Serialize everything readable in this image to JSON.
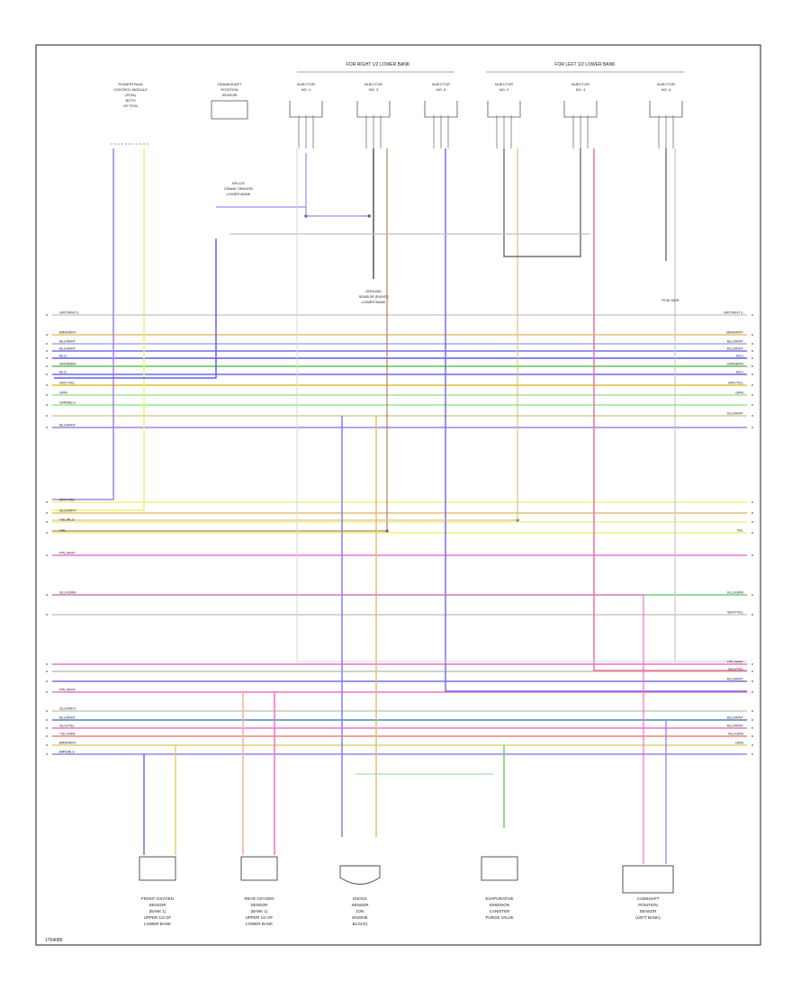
{
  "diagram": {
    "footer_id": "1704085",
    "header_groups": [
      {
        "id": "right",
        "label": "FOR RIGHT 1/2 LOWER BANK"
      },
      {
        "id": "left",
        "label": "FOR LEFT 1/2 LOWER BANK"
      }
    ],
    "top_components": [
      {
        "id": "pcm",
        "lines": [
          "POWERTRAIN",
          "CONTROL MODULE",
          "(PCM)",
          "BOTH",
          "OF PCM"
        ]
      },
      {
        "id": "sensor",
        "lines": [
          "CRANKSHAFT",
          "POSITION",
          "SENSOR"
        ]
      },
      {
        "id": "inj1",
        "lines": [
          "INJECTOR",
          "NO. 1"
        ]
      },
      {
        "id": "inj3",
        "lines": [
          "INJECTOR",
          "NO. 3"
        ]
      },
      {
        "id": "inj5",
        "lines": [
          "INJECTOR",
          "NO. 5"
        ]
      },
      {
        "id": "inj2",
        "lines": [
          "INJECTOR",
          "NO. 2"
        ]
      },
      {
        "id": "inj4",
        "lines": [
          "INJECTOR",
          "NO. 4"
        ]
      },
      {
        "id": "inj6",
        "lines": [
          "INJECTOR",
          "NO. 6"
        ]
      }
    ],
    "mid_labels": [
      {
        "id": "splice",
        "lines": [
          "SPLICE",
          "CRANK SENSOR",
          "LOWER BANK"
        ]
      },
      {
        "id": "ground",
        "lines": [
          "GROUND",
          "SENSOR (RIGHT)",
          "LOWER BANK"
        ]
      },
      {
        "id": "pcm_side",
        "lines": [
          "PCM SIDE"
        ]
      }
    ],
    "bottom_components": [
      {
        "id": "front_ox",
        "lines": [
          "FRONT OXYGEN",
          "SENSOR",
          "(BANK 1)",
          "UPPER 1/2 OF",
          "LOWER BANK"
        ]
      },
      {
        "id": "rear_ox",
        "lines": [
          "REAR OXYGEN",
          "SENSOR",
          "(BANK 1)",
          "UPPER 1/2 OF",
          "LOWER BANK"
        ]
      },
      {
        "id": "knock",
        "lines": [
          "KNOCK",
          "SENSOR",
          "(ON",
          "ENGINE",
          "BLOCK)"
        ]
      },
      {
        "id": "evap",
        "lines": [
          "EVAPORATIVE",
          "EMISSION",
          "CANISTER",
          "PURGE VALVE"
        ]
      },
      {
        "id": "cam",
        "lines": [
          "CAMSHAFT",
          "POSITION",
          "SENSOR",
          "(LEFT BANK)"
        ]
      }
    ],
    "buses": [
      {
        "id": "b1",
        "color": "#cccccc",
        "left": "GRY/WHT-L",
        "right": "GRY/WHT-L"
      },
      {
        "id": "b2",
        "color": "#e8c070",
        "left": "BRN/WHT",
        "right": "BRN/WHT"
      },
      {
        "id": "b3",
        "color": "#a8a8f0",
        "left": "BLU/WHT",
        "right": "BLU/WHT"
      },
      {
        "id": "b4",
        "color": "#7070f0",
        "left": "BLU/WHT",
        "right": "BLU/WHT"
      },
      {
        "id": "b5",
        "color": "#5a5af0",
        "left": "BLU",
        "right": "BLU"
      },
      {
        "id": "b6",
        "color": "#60c060",
        "left": "GRN/BRN",
        "right": "GRN/BRN"
      },
      {
        "id": "b7",
        "color": "#6a6af0",
        "left": "BLU",
        "right": "BLU"
      },
      {
        "id": "b8",
        "color": "#e0c030",
        "left": "GRY/YEL",
        "right": "GRY/YEL"
      },
      {
        "id": "b9",
        "color": "#a0e0a0",
        "left": "GRN",
        "right": "GRN"
      },
      {
        "id": "b10",
        "color": "#90e890",
        "left": "GRN/BLU",
        "right": ""
      },
      {
        "id": "b11",
        "color": "#d8c8a0",
        "left": "",
        "right": "GLU/WHT"
      },
      {
        "id": "b12",
        "color": "#a080e0",
        "left": "BLU/WHT",
        "right": ""
      },
      {
        "id": "b13",
        "color": "#f0f080",
        "left": "GRY/YEL",
        "right": ""
      },
      {
        "id": "b14",
        "color": "#e0c070",
        "left": "GLU/WHT",
        "right": ""
      },
      {
        "id": "b15",
        "color": "#f0f090",
        "left": "YEL/BLU",
        "right": ""
      },
      {
        "id": "b16",
        "color": "#f0f070",
        "left": "YEL",
        "right": "YEL"
      },
      {
        "id": "b17",
        "color": "#f070d0",
        "left": "PPL/WHT",
        "right": ""
      },
      {
        "id": "b18",
        "color": "#70d070",
        "left": "GLU/GRN",
        "right": "GLU/GRN"
      },
      {
        "id": "b19",
        "color": "#c8c8c8",
        "left": "",
        "right": "WHT/YEL"
      },
      {
        "id": "b20",
        "color": "#f070c0",
        "left": "",
        "right": "PPL/WHT"
      },
      {
        "id": "b21",
        "color": "#c0c0c0",
        "left": "",
        "right": "GLU/YEL"
      },
      {
        "id": "b22",
        "color": "#7070f0",
        "left": "",
        "right": "BLU/WHT"
      },
      {
        "id": "b23",
        "color": "#f070c0",
        "left": "PPL/WHT",
        "right": ""
      },
      {
        "id": "b24",
        "color": "#c8c8c8",
        "left": "GLU/WHT",
        "right": ""
      },
      {
        "id": "b25",
        "color": "#5080c0",
        "left": "BLU/WHT",
        "right": "BLU/WHT"
      },
      {
        "id": "b26",
        "color": "#f070d0",
        "left": "GLU/YEL",
        "right": "BLU/WHT"
      },
      {
        "id": "b27",
        "color": "#f08080",
        "left": "YEL/GRN",
        "right": "YEL/GRN"
      },
      {
        "id": "b28",
        "color": "#e0d070",
        "left": "BRN/WHT",
        "right": "GRN"
      },
      {
        "id": "b29",
        "color": "#a080e0",
        "left": "BRN/BLU",
        "right": ""
      }
    ]
  }
}
